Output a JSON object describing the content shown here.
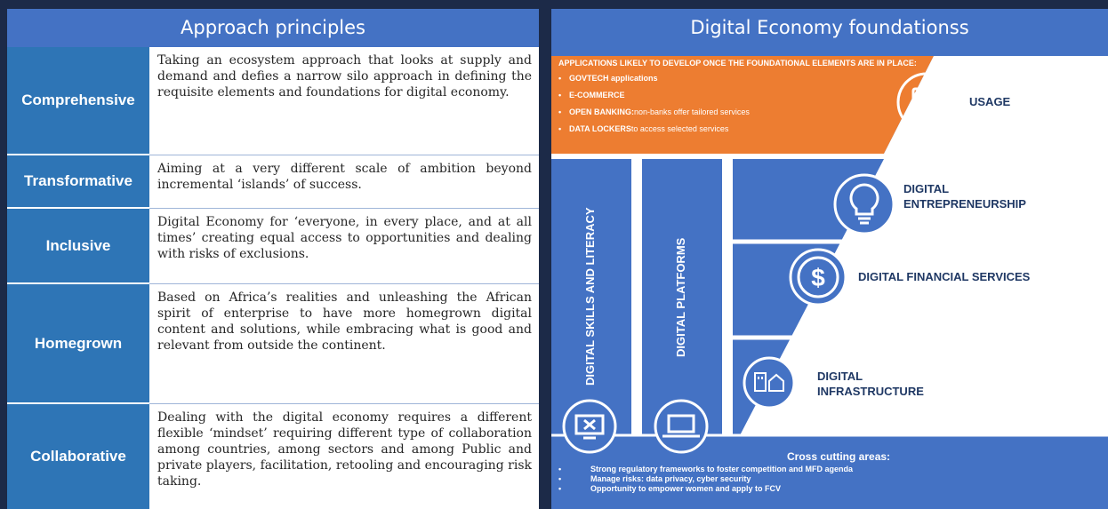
{
  "left": {
    "title": "Approach principles",
    "rows": [
      {
        "label": "Comprehensive",
        "text": "Taking an ecosystem approach that looks at supply and demand and defies a narrow silo approach in defining the requisite elements and foundations for digital economy."
      },
      {
        "label": "Transformative",
        "text": "Aiming at a very different scale of ambition beyond incremental ‘islands’ of success."
      },
      {
        "label": "Inclusive",
        "text": "Digital Economy for ‘everyone, in every place, and at all times’ creating equal access to opportunities and dealing with risks of exclusions."
      },
      {
        "label": "Homegrown",
        "text": "Based on Africa’s realities and unleashing the African spirit of enterprise to have more homegrown digital content and solutions, while embracing what is good and relevant from outside the continent."
      },
      {
        "label": "Collaborative",
        "text": "Dealing with the digital economy requires a different flexible ‘mindset’ requiring different type of collaboration among countries, among sectors and among Public and private players, facilitation, retooling and encouraging risk taking."
      }
    ]
  },
  "right": {
    "title": "Digital Economy foundationss",
    "applications": {
      "heading": "APPLICATIONS LIKELY TO DEVELOP ONCE THE FOUNDATIONAL ELEMENTS ARE IN PLACE:",
      "items": [
        {
          "bold": "GOVTECH applications",
          "rest": ""
        },
        {
          "bold": "E-COMMERCE",
          "rest": ""
        },
        {
          "bold": "OPEN BANKING:",
          "rest": " non-banks offer tailored services"
        },
        {
          "bold": "DATA LOCKERS",
          "rest": " to access selected services"
        }
      ]
    },
    "usage": "USAGE",
    "entrepreneurship": [
      "DIGITAL",
      "ENTREPRENEURSHIP"
    ],
    "financial": "DIGITAL FINANCIAL SERVICES",
    "infrastructure": [
      "DIGITAL",
      "INFRASTRUCTURE"
    ],
    "pillar_skills": "DIGITAL SKILLS AND LITERACY",
    "pillar_platforms": "DIGITAL PLATFORMS",
    "cross_cutting": {
      "heading": "Cross cutting areas:",
      "items": [
        "Strong regulatory frameworks to foster competition and MFD agenda",
        "Manage risks: data privacy, cyber security",
        "Opportunity to empower women and apply to FCV"
      ]
    },
    "icons": [
      "list-document-icon",
      "lightbulb-icon",
      "dollar-coin-icon",
      "buildings-home-icon",
      "monitor-x-icon",
      "laptop-icon"
    ],
    "colors": {
      "blue": "#4472c4",
      "dark_blue": "#2e75b6",
      "orange": "#ed7d31",
      "background": "#1c2a48"
    }
  }
}
